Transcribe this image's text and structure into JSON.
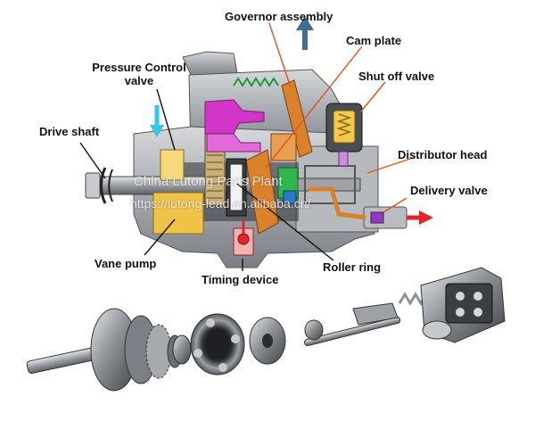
{
  "labels": {
    "governor_assembly": "Governor assembly",
    "cam_plate": "Cam plate",
    "pressure_control_line1": "Pressure Control",
    "pressure_control_line2": "valve",
    "shut_off_valve": "Shut off valve",
    "drive_shaft": "Drive shaft",
    "distributor_head": "Distributor head",
    "delivery_valve": "Delivery valve",
    "vane_pump": "Vane pump",
    "timing_device": "Timing device",
    "roller_ring": "Roller ring"
  },
  "watermark": {
    "line1": "China Lutong Parts Plant",
    "line2": "https://lutong-lead.en.alibaba.cn/"
  },
  "colors": {
    "label_text": "#111111",
    "leader_line": "#e0521b",
    "arrow_blue": "#3f6e95",
    "fuel_cyan": "#36c7e8",
    "delivery_red": "#e0262b",
    "cam_orange": "#d9822b",
    "governor_magenta": "#d236c9",
    "vane_pump_yellow": "#f0c248",
    "distributor_green": "#2db84b",
    "housing_gray": "#a9adb2"
  }
}
